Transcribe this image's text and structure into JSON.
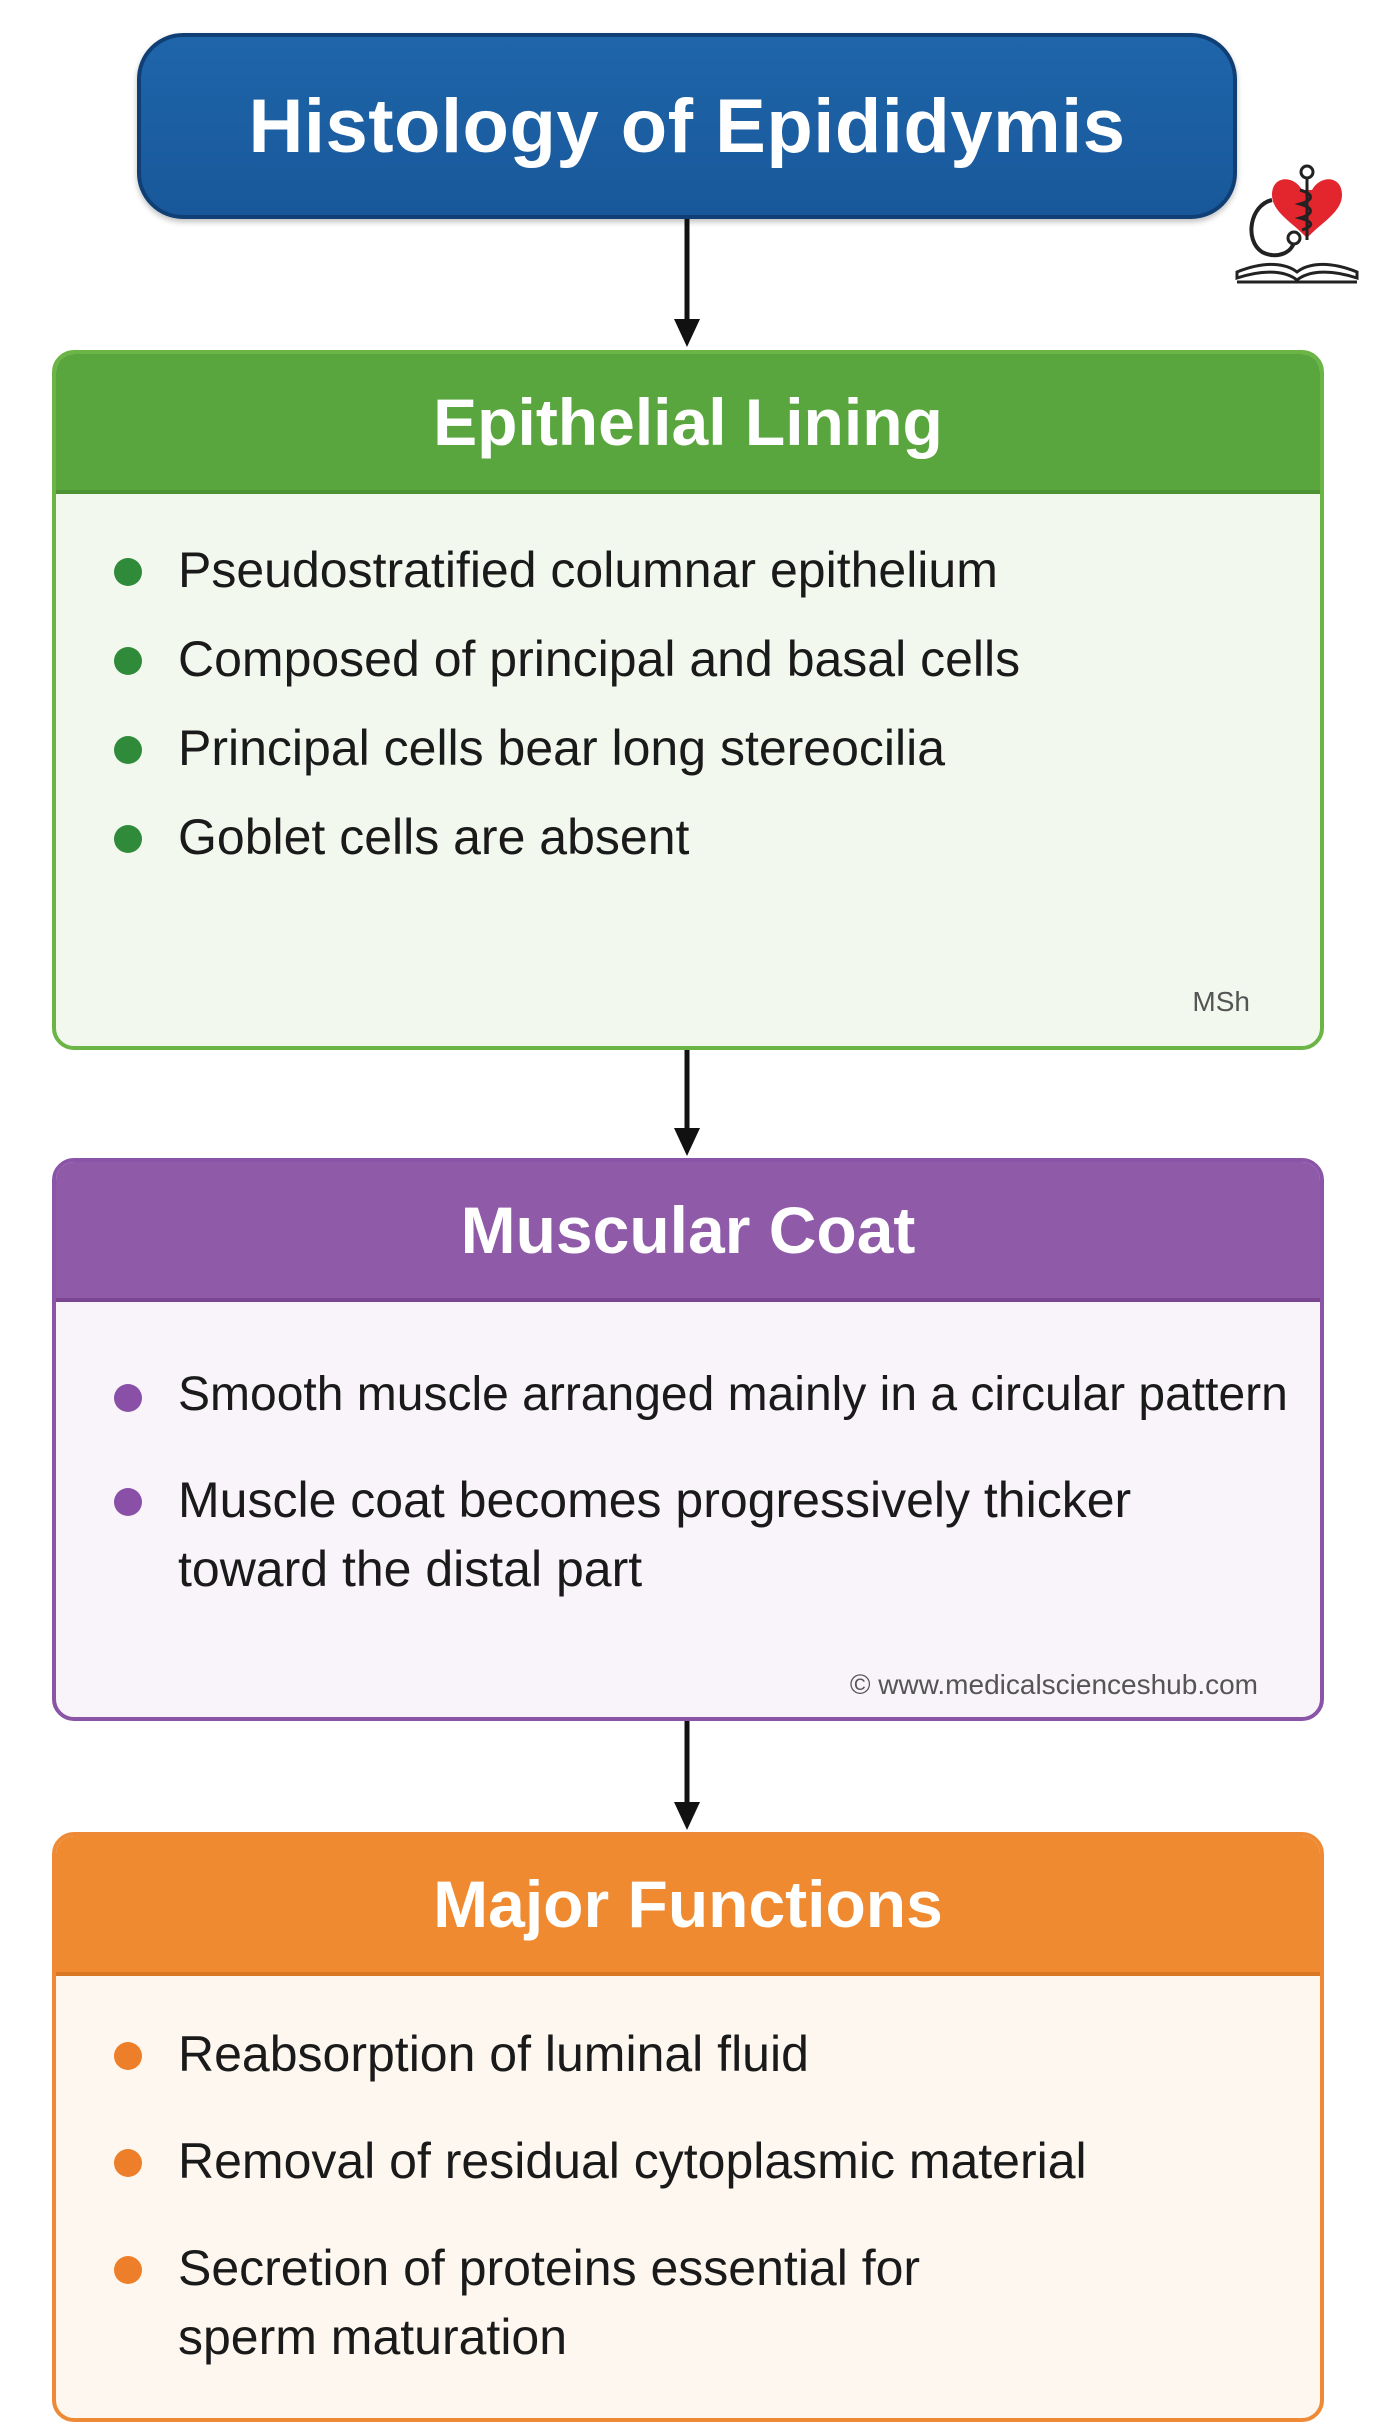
{
  "title": "Histology of Epididymis",
  "logo": {
    "icon": "heart-stethoscope-book-icon",
    "color": "#e3262e"
  },
  "sections": [
    {
      "heading": "Epithelial Lining",
      "color": "#5aa63e",
      "items": [
        "Pseudostratified columnar epithelium",
        "Composed of principal and basal cells",
        "Principal cells bear long stereocilia",
        "Goblet cells are absent"
      ],
      "watermark": "MSh"
    },
    {
      "heading": "Muscular Coat",
      "color": "#8f5ba9",
      "items": [
        "Smooth muscle arranged mainly in a circular pattern",
        "Muscle coat becomes progressively thicker toward the distal part"
      ],
      "watermark": "© www.medicalscienceshub.com"
    },
    {
      "heading": "Major Functions",
      "color": "#ef8a30",
      "items": [
        "Reabsorption of luminal fluid",
        "Removal of residual cytoplasmic material",
        "Secretion of proteins essential for sperm maturation"
      ]
    }
  ]
}
